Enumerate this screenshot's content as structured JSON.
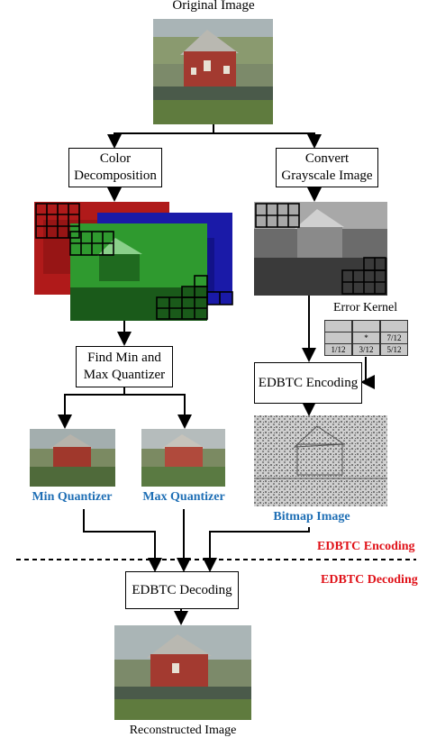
{
  "original_label": "Original Image",
  "color_decomposition": [
    "Color",
    "Decomposition"
  ],
  "convert_grayscale": [
    "Convert",
    "Grayscale Image"
  ],
  "find_min_max": [
    "Find Min and",
    "Max Quantizer"
  ],
  "error_kernel": {
    "title": "Error Kernel",
    "cells": [
      "",
      "",
      "",
      "",
      "*",
      "7/12",
      "1/12",
      "3/12",
      "5/12"
    ]
  },
  "edbtc_encoding_box": "EDBTC Encoding",
  "min_quantizer": "Min Quantizer",
  "max_quantizer": "Max Quantizer",
  "bitmap_image": "Bitmap Image",
  "encoding_section": "EDBTC Encoding",
  "decoding_section": "EDBTC Decoding",
  "edbtc_decoding_box": "EDBTC Decoding",
  "reconstructed_label": "Reconstructed Image",
  "colors": {
    "accent_blue": "#1f6fb5",
    "accent_red": "#e0131a"
  }
}
